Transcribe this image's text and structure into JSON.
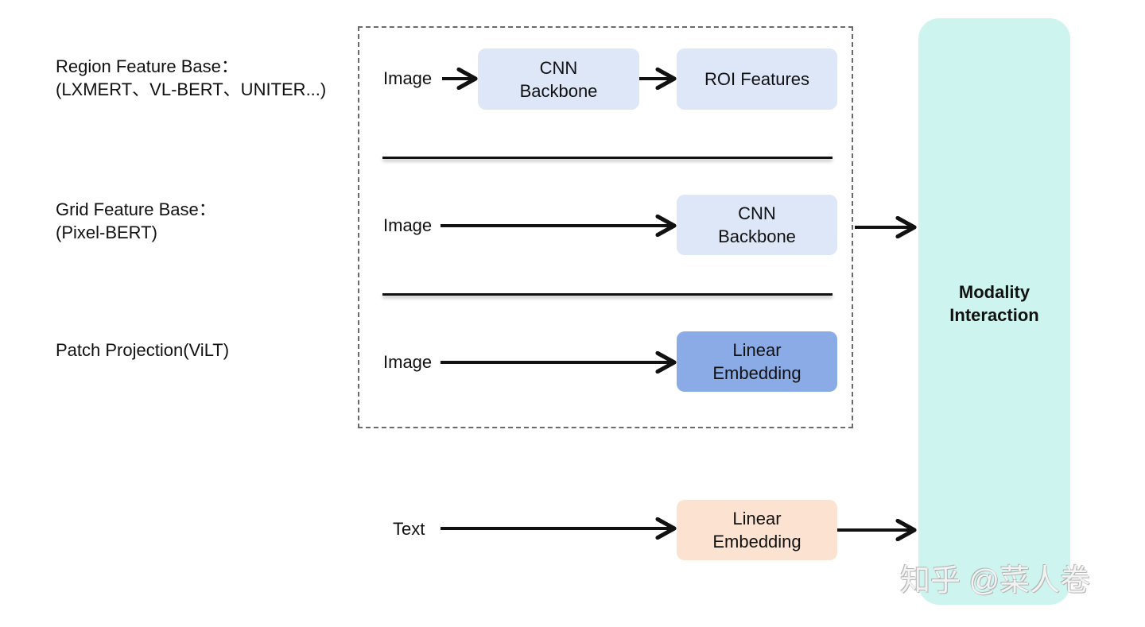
{
  "left_labels": {
    "region_title": "Region Feature Base：",
    "region_examples": "(LXMERT、VL-BERT、UNITER...)",
    "grid_title": "Grid Feature Base：",
    "grid_examples": "(Pixel-BERT)",
    "patch_title": "Patch Projection(ViLT)"
  },
  "rows": {
    "region": {
      "input": "Image",
      "stage1": "CNN\nBackbone",
      "stage2": "ROI Features"
    },
    "grid": {
      "input": "Image",
      "stage1": "CNN\nBackbone"
    },
    "patch": {
      "input": "Image",
      "stage1": "Linear\nEmbedding"
    },
    "text": {
      "input": "Text",
      "stage1": "Linear\nEmbedding"
    }
  },
  "modality_block": {
    "label": "Modality\nInteraction"
  },
  "watermark": "知乎 @菜人卷",
  "colors": {
    "node_light": "#dde7f8",
    "node_mid": "#8aabe5",
    "node_peach": "#fce3d1",
    "modality": "#cdf4ef",
    "frame": "#6b6b6b",
    "arrow": "#111111"
  }
}
